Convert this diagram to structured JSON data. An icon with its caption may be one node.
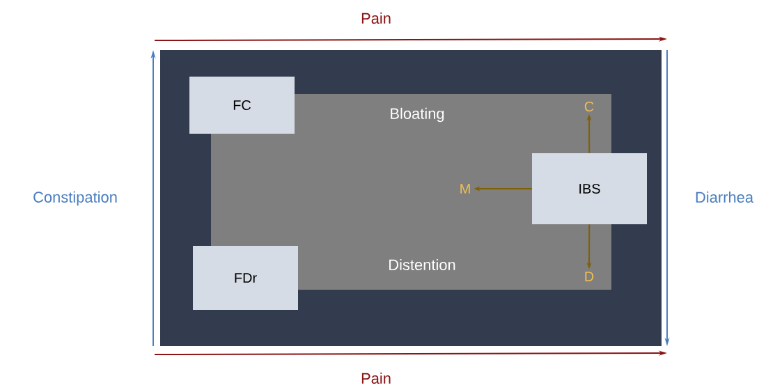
{
  "diagram": {
    "nodes": [
      {
        "text": [],
        "shape": "box"
      },
      {
        "text": [
          "Bloating",
          "Distention"
        ],
        "in": 0
      },
      {
        "text": [
          "FC"
        ],
        "in": 0
      },
      {
        "text": [
          "FDr"
        ],
        "in": 0
      },
      {
        "text": [
          "IBS"
        ],
        "in": 0
      },
      {
        "text": [
          "C"
        ],
        "in": 1
      },
      {
        "text": [
          "M"
        ],
        "in": 1
      },
      {
        "text": [
          "D"
        ],
        "in": 1
      }
    ],
    "edges": [
      {
        "from": 4,
        "to": 5,
        "arrow": "to"
      },
      {
        "from": 4,
        "to": 6,
        "arrow": "to"
      },
      {
        "from": 4,
        "to": 7,
        "arrow": "to"
      }
    ],
    "labels": [
      "Pain",
      "Constipation",
      "Diarrhea",
      "Pain"
    ]
  }
}
